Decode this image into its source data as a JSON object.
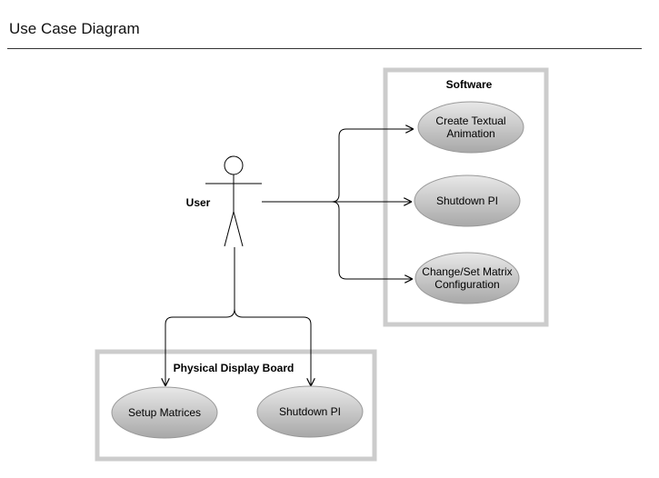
{
  "page": {
    "title": "Use Case Diagram"
  },
  "colors": {
    "boundary_stroke": "#cccccc",
    "use_case_fill_light": "#e8e8e8",
    "use_case_fill_dark": "#a8a8a8",
    "line": "#000000"
  },
  "actor": {
    "label": "User"
  },
  "systems": {
    "software": {
      "title": "Software",
      "use_cases": [
        {
          "lines": [
            "Create Textual",
            "Animation"
          ]
        },
        {
          "lines": [
            "Shutdown PI"
          ]
        },
        {
          "lines": [
            "Change/Set Matrix",
            "Configuration"
          ]
        }
      ]
    },
    "board": {
      "title": "Physical Display Board",
      "use_cases": [
        {
          "lines": [
            "Setup Matrices"
          ]
        },
        {
          "lines": [
            "Shutdown PI"
          ]
        }
      ]
    }
  }
}
